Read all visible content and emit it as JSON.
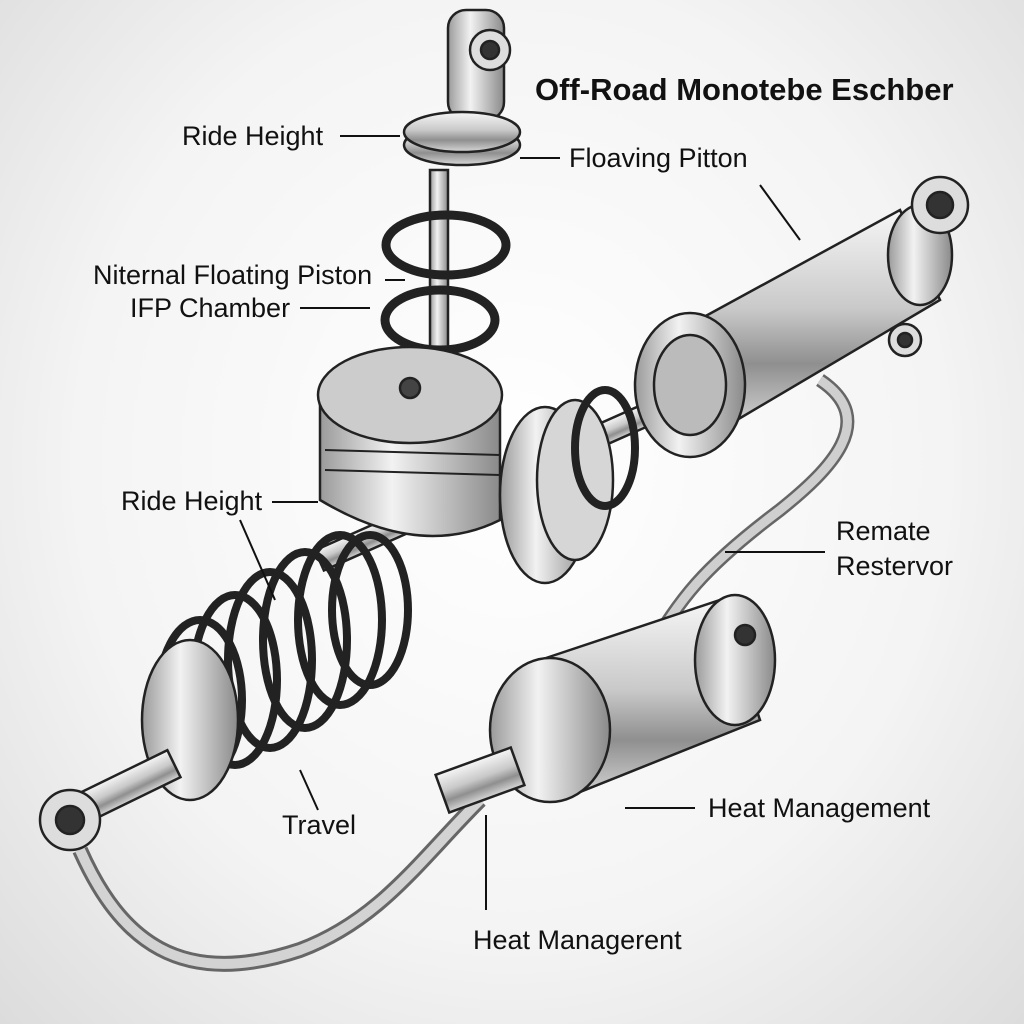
{
  "title": "Off-Road Monotebe Eschber",
  "labels": {
    "ride_height_top": "Ride Height",
    "floating_piston": "Floaving Pitton",
    "internal_floating_piston": "Niternal Floating Piston",
    "ifp_chamber": "IFP Chamber",
    "ride_height_mid": "Ride Height",
    "remote_reservoir_1": "Remate",
    "remote_reservoir_2": "Restervor",
    "heat_management_right": "Heat Management",
    "travel": "Travel",
    "heat_management_bottom": "Heat Managerent"
  }
}
